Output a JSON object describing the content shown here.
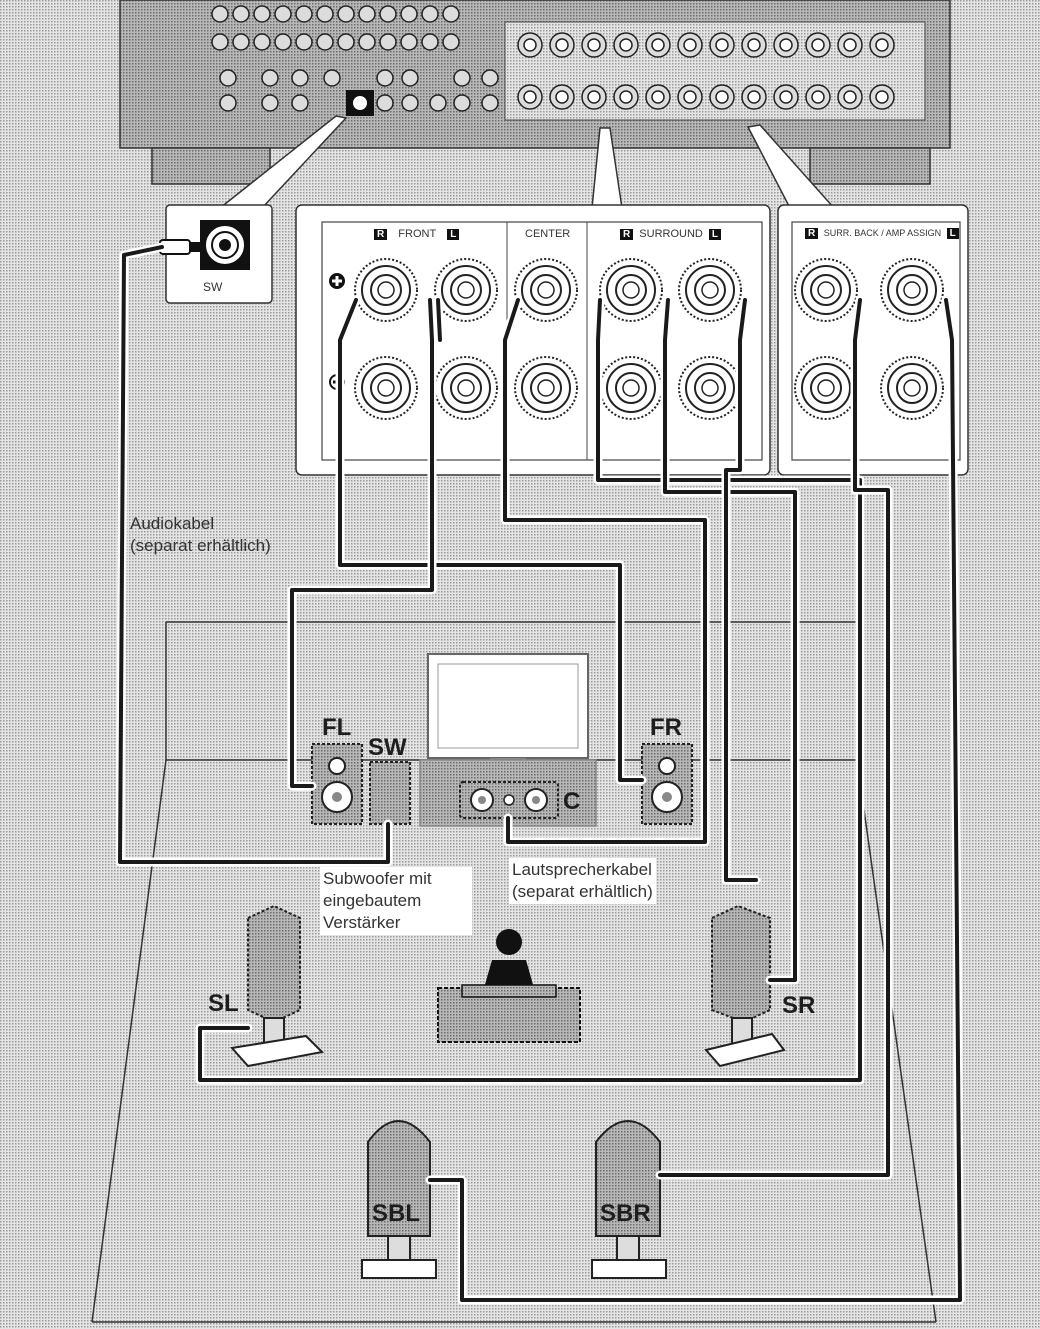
{
  "labels": {
    "audio_cable": [
      "Audiokabel",
      "(separat erhältlich)"
    ],
    "speaker_cable": [
      "Lautsprecherkabel",
      "(separat erhältlich)"
    ],
    "subwoofer_note": [
      "Subwoofer mit",
      "eingebautem",
      "Verstärker"
    ]
  },
  "terminal_panel": {
    "sw_label": "SW",
    "front": "FRONT",
    "center": "CENTER",
    "surround": "SURROUND",
    "surr_back": "SURR. BACK / AMP ASSIGN",
    "right_mark": "R",
    "left_mark": "L"
  },
  "speakers": {
    "fl": "FL",
    "fr": "FR",
    "sw": "SW",
    "c": "C",
    "sl": "SL",
    "sr": "SR",
    "sbl": "SBL",
    "sbr": "SBR"
  },
  "colors": {
    "cable": "#1a1a1a",
    "stipple_background": "#c9c9c9",
    "speaker_fill": "#bdbdbd"
  }
}
